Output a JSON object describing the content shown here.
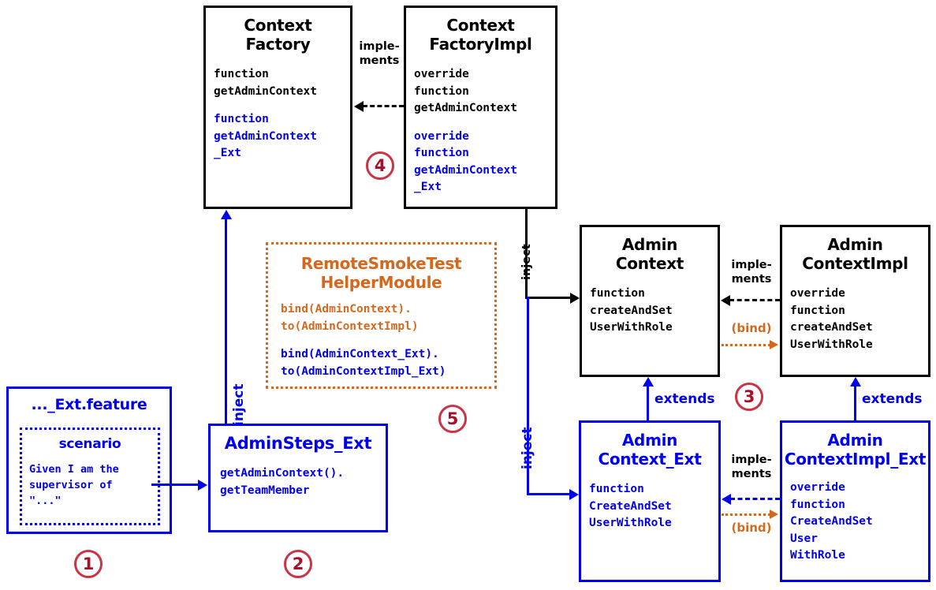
{
  "diagram": {
    "title": "Cucumber DI extension class diagram",
    "colors": {
      "black": "#000000",
      "blue": "#0000ee",
      "orange": "#d2691e",
      "step_circle": "#cc3344",
      "step_number": "#a81029"
    }
  },
  "boxes": {
    "context_factory": {
      "title_line1": "Context",
      "title_line2": "Factory",
      "base_members": [
        "function",
        "getAdminContext"
      ],
      "ext_members": [
        "function",
        "getAdminContext",
        "_Ext"
      ]
    },
    "context_factory_impl": {
      "title_line1": "Context",
      "title_line2": "FactoryImpl",
      "base_members": [
        "override",
        "function",
        "getAdminContext"
      ],
      "ext_members": [
        "override",
        "function",
        "getAdminContext",
        "_Ext"
      ]
    },
    "helper_module": {
      "title_line1": "RemoteSmokeTest",
      "title_line2": "HelperModule",
      "base_members": [
        "bind(AdminContext).",
        "to(AdminContextImpl)"
      ],
      "ext_members": [
        "bind(AdminContext_Ext).",
        "to(AdminContextImpl_Ext)"
      ]
    },
    "admin_context": {
      "title_line1": "Admin",
      "title_line2": "Context",
      "base_members": [
        "function",
        "createAndSet",
        "UserWithRole"
      ]
    },
    "admin_context_impl": {
      "title_line1": "Admin",
      "title_line2": "ContextImpl",
      "base_members": [
        "override",
        "function",
        "createAndSet",
        "UserWithRole"
      ]
    },
    "admin_context_ext": {
      "title_line1": "Admin",
      "title_line2": "Context_Ext",
      "ext_members": [
        "function",
        "CreateAndSet",
        "UserWithRole"
      ]
    },
    "admin_context_impl_ext": {
      "title_line1": "Admin",
      "title_line2": "ContextImpl_Ext",
      "ext_members": [
        "override",
        "function",
        "CreateAndSet",
        "User",
        "WithRole"
      ]
    },
    "feature_file": {
      "title": "..._Ext.feature",
      "scenario_title": "scenario",
      "scenario_steps": [
        "Given I am the",
        "supervisor of",
        "\"...\""
      ]
    },
    "admin_steps_ext": {
      "title": "AdminSteps_Ext",
      "ext_members": [
        "getAdminContext().",
        "getTeamMember"
      ]
    }
  },
  "labels": {
    "implements_factory": "imple-\nments",
    "implements_context": "imple-\nments",
    "implements_context_ext": "imple-\nments",
    "inject_factory_to_context": "inject",
    "inject_factory_to_context_ext": "inject",
    "inject_steps_to_factory": "inject",
    "bind_context": "(bind)",
    "bind_context_ext": "(bind)",
    "extends_context": "extends",
    "extends_context_impl": "extends"
  },
  "steps": [
    {
      "number": "1"
    },
    {
      "number": "2"
    },
    {
      "number": "3"
    },
    {
      "number": "4"
    },
    {
      "number": "5"
    }
  ]
}
